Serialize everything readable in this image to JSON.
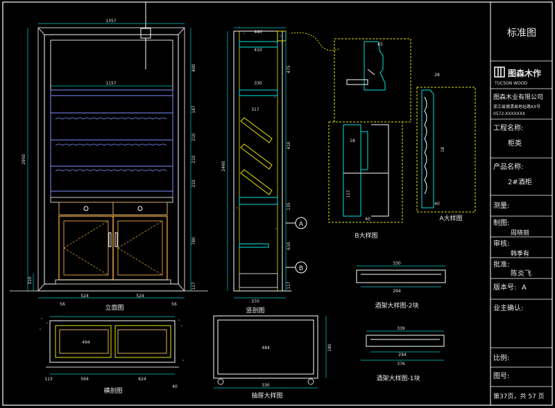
{
  "title_block": {
    "heading": "标准图",
    "logo_text": "图森木作",
    "logo_sub": "TUCSON WOOD",
    "company": "图森木业有限公司",
    "address_line": "浙江省德清县地址路XX号",
    "phone_line": "0572-XXXXXXX",
    "project_label": "工程名称:",
    "project_value": "柜类",
    "product_label": "产品名称:",
    "product_value": "2#酒柜",
    "scale_label": "测量:",
    "drawn_label": "制图:",
    "drawn_value": "周晓丽",
    "checked_label": "审核:",
    "checked_value": "韩季有",
    "approved_label": "批准:",
    "approved_value": "陈炎飞",
    "version_label": "版本号:",
    "version_value": "A",
    "owner_label": "业主确认:",
    "ratio_label": "比例:",
    "drawing_no_label": "图号:",
    "page_text": "第37页，共 57 页"
  },
  "views": {
    "front": "立面图",
    "section": "竖剖图",
    "b_detail": "B大样图",
    "a_detail": "A大样图",
    "rack2": "酒架大样图-2块",
    "rack1": "酒架大样图-1块",
    "horizontal": "横剖图",
    "drawer": "抽屉大样图"
  },
  "markers": {
    "a": "A",
    "b": "B"
  },
  "dims": {
    "front_width": "1357",
    "front_inner": "1157",
    "front_height": "2950",
    "front_bottom_a": "56",
    "front_bottom_b": "524",
    "front_bottom_c": "524",
    "front_bottom_d": "56",
    "front_base": "310",
    "front_right": [
      "400",
      "187",
      "210",
      "210",
      "210",
      "780",
      "117"
    ],
    "section_top": [
      "440",
      "410",
      "330",
      "317"
    ],
    "section_width": "370",
    "section_height": "2460",
    "section_right": [
      "475",
      "410",
      "135",
      "610",
      "117"
    ],
    "h_width_a": "564",
    "h_width_b": "624",
    "h_inner": "494",
    "h_left": [
      "113",
      "40"
    ],
    "drawer_w": "484",
    "drawer_total": "330",
    "drawer_h": "180",
    "rack2_top": "330",
    "rack2_bot": "294",
    "rack1_top": "339",
    "rack1_mid": "294",
    "rack1_bot": "376",
    "b_detail_dims": [
      "45",
      "18",
      "40",
      "117"
    ],
    "a_detail_dims": [
      "28",
      "40",
      "18"
    ]
  },
  "colors": {
    "frame": "#ffffff",
    "cyan": "#00e5e5",
    "yellow": "#e8e800",
    "orange": "#d99a3a",
    "dim": "#00d0d0",
    "green": "#00c000",
    "blue": "#6f7fff",
    "magenta": "#e040e0"
  }
}
